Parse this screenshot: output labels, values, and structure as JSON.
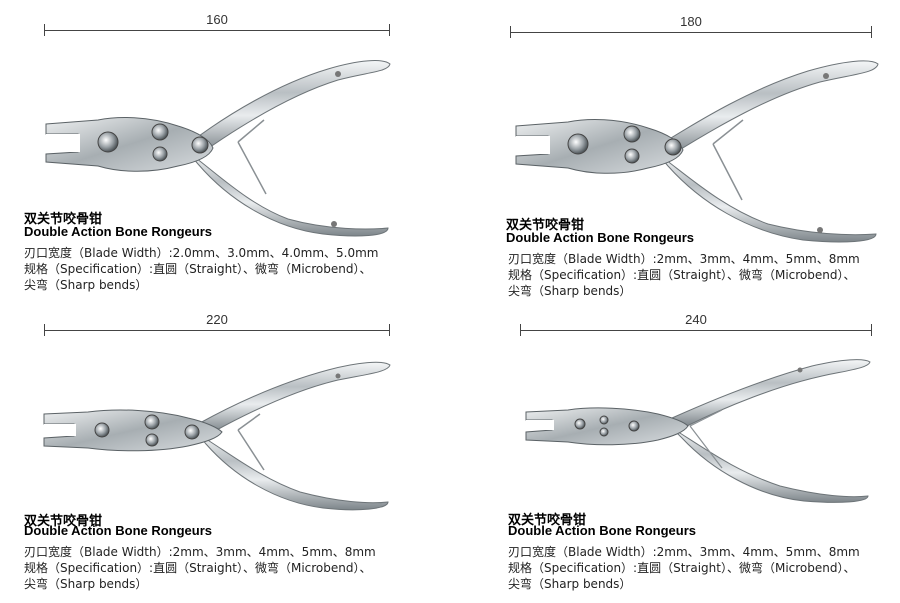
{
  "panels": [
    {
      "dimension": "160",
      "cn_title": "双关节咬骨钳",
      "en_title": "Double  Action Bone Rongeurs",
      "spec_lines": [
        "刃口宽度（Blade Width）:2.0mm、3.0mm、4.0mm、5.0mm",
        "规格（Specification）:直圆（Straight）、微弯（Microbend）、",
        "尖弯（Sharp bends）"
      ]
    },
    {
      "dimension": "180",
      "cn_title": "双关节咬骨钳",
      "en_title": "Double  Action Bone Rongeurs",
      "spec_lines": [
        "刃口宽度（Blade Width）:2mm、3mm、4mm、5mm、8mm",
        "规格（Specification）:直圆（Straight）、微弯（Microbend）、",
        "尖弯（Sharp bends）"
      ]
    },
    {
      "dimension": "220",
      "cn_title": "双关节咬骨钳",
      "en_title": "Double  Action Bone Rongeurs",
      "spec_lines": [
        "刃口宽度（Blade Width）:2mm、3mm、4mm、5mm、8mm",
        "规格（Specification）:直圆（Straight）、微弯（Microbend）、",
        "尖弯（Sharp bends）"
      ]
    },
    {
      "dimension": "240",
      "cn_title": "双关节咬骨钳",
      "en_title": "Double  Action Bone Rongeurs",
      "spec_lines": [
        "刃口宽度（Blade Width）:2mm、3mm、4mm、5mm、8mm",
        "规格（Specification）:直圆（Straight）、微弯（Microbend）、",
        "尖弯（Sharp bends）"
      ]
    }
  ]
}
